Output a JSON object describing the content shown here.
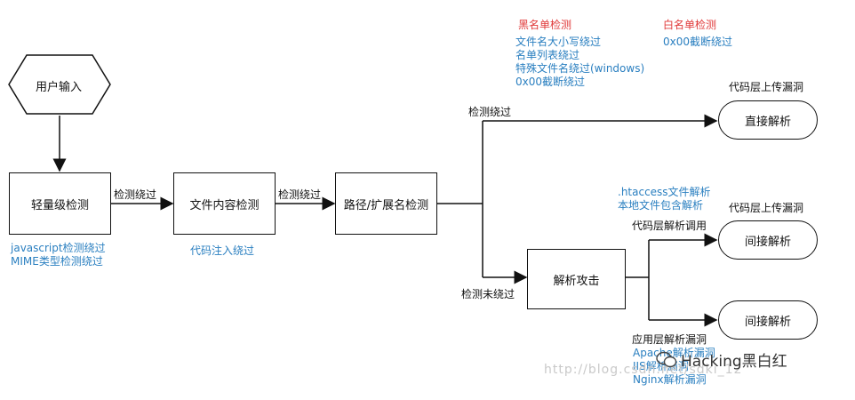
{
  "nodes": {
    "user_input": "用户输入",
    "lightweight_check": "轻量级检测",
    "file_content_check": "文件内容检测",
    "path_ext_check": "路径/扩展名检测",
    "parse_attack": "解析攻击",
    "direct_parse": "直接解析",
    "indirect_parse_1": "间接解析",
    "indirect_parse_2": "间接解析"
  },
  "edge_labels": {
    "bypass_1": "检测绕过",
    "bypass_2": "检测绕过",
    "bypass_3": "检测绕过",
    "not_bypassed": "检测未绕过",
    "code_layer_upload_1": "代码层上传漏洞",
    "code_layer_upload_2": "代码层上传漏洞",
    "code_layer_parse_call": "代码层解析调用",
    "app_layer_parse_vuln": "应用层解析漏洞"
  },
  "notes": {
    "lightweight_bypass": [
      "javascript检测绕过",
      "MIME类型检测绕过"
    ],
    "content_bypass": [
      "代码注入绕过"
    ],
    "blacklist_title": "黑名单检测",
    "blacklist_items": [
      "文件名大小写绕过",
      "名单列表绕过",
      "特殊文件名绕过(windows)",
      "0x00截断绕过"
    ],
    "whitelist_title": "白名单检测",
    "whitelist_items": [
      "0x00截断绕过"
    ],
    "code_parse_items": [
      ".htaccess文件解析",
      "本地文件包含解析"
    ],
    "app_parse_items": [
      "Apache解析漏洞",
      "IIS解析漏洞",
      "Nginx解析漏洞"
    ]
  },
  "watermark": {
    "url": "http://blog.csdn.net/sdki_12",
    "brand": "Hacking黑白红"
  },
  "colors": {
    "note_blue": "#2a7fc0",
    "note_red": "#e03a3a",
    "line": "#111111"
  }
}
